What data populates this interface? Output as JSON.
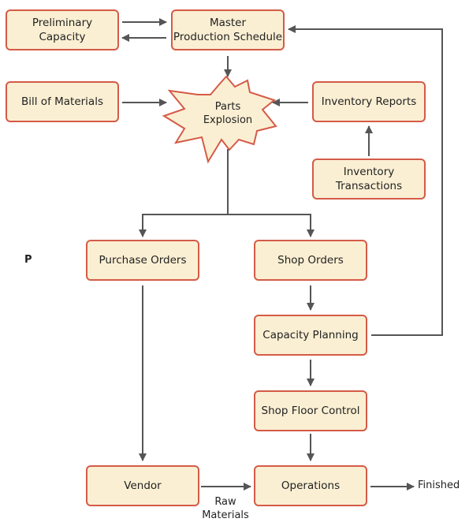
{
  "colors": {
    "box_fill": "#fbefd3",
    "box_border": "#d45b47",
    "arrow": "#555555",
    "text": "#222222"
  },
  "nodes": {
    "preliminary_capacity": {
      "line1": "Preliminary",
      "line2": "Capacity"
    },
    "master_production_schedule": {
      "line1": "Master",
      "line2": "Production Schedule"
    },
    "bill_of_materials": "Bill of Materials",
    "parts_explosion": {
      "line1": "Parts",
      "line2": "Explosion"
    },
    "inventory_reports": "Inventory Reports",
    "inventory_transactions": {
      "line1": "Inventory",
      "line2": "Transactions"
    },
    "purchase_orders": "Purchase Orders",
    "shop_orders": "Shop Orders",
    "capacity_planning": "Capacity Planning",
    "shop_floor_control": "Shop Floor Control",
    "vendor": "Vendor",
    "operations": "Operations"
  },
  "labels": {
    "stray_letter": "P",
    "finished": "Finished",
    "raw_materials": {
      "line1": "Raw",
      "line2": "Materials"
    }
  }
}
